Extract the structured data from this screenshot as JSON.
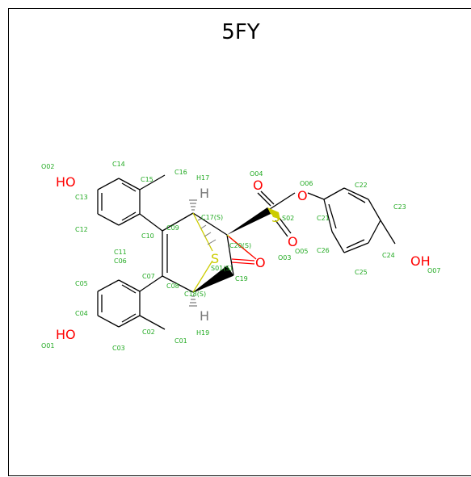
{
  "title": "5FY",
  "colors": {
    "bond": "#000000",
    "oxygen": "#ff0000",
    "sulfur": "#cccc00",
    "hydrogen": "#777777",
    "label": "#22aa22"
  },
  "atoms": {
    "O02": "O02",
    "O01": "O01",
    "O03": "O03",
    "O04": "O04",
    "O05": "O05",
    "O06": "O06",
    "O07": "O07",
    "S01": "S01(S)",
    "S02": "S02",
    "C01": "C01",
    "C02": "C02",
    "C03": "C03",
    "C04": "C04",
    "C05": "C05",
    "C06": "C06",
    "C07": "C07",
    "C08": "C08",
    "C09": "C09",
    "C10": "C10",
    "C11": "C11",
    "C12": "C12",
    "C13": "C13",
    "C14": "C14",
    "C15": "C15",
    "C16": "C16",
    "C17": "C17(S)",
    "C18": "C18(S)",
    "C19": "C19",
    "C20": "C20(S)",
    "C21": "C21",
    "C22": "C22",
    "C23": "C23",
    "C24": "C24",
    "C25": "C25",
    "C26": "C26",
    "H17": "H17",
    "H19": "H19"
  },
  "element_symbols": {
    "HO_top": "HO",
    "HO_bottom": "HO",
    "OH_right": "OH",
    "O_sulfonyl_top": "O",
    "O_sulfonyl_bottom": "O",
    "O_ester": "O",
    "O_bridge": "O",
    "S_sulfonyl": "S",
    "S_bridge": "S",
    "H_top": "H",
    "H_bottom": "H"
  }
}
